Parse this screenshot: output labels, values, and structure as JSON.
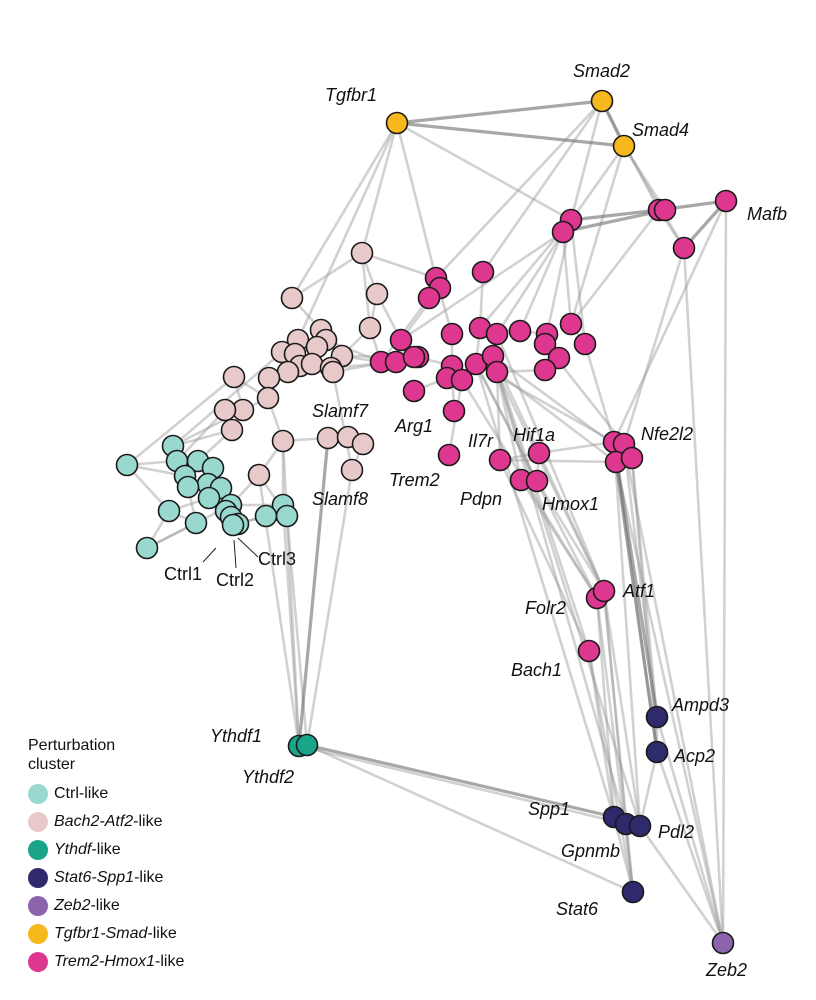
{
  "colors": {
    "ctrl": "#99d8cf",
    "bach2": "#e8c9c9",
    "ythdf": "#1aa58a",
    "stat6": "#2e2a6b",
    "zeb2": "#8b64ad",
    "tgfbr1": "#f7b81d",
    "trem2": "#de3790"
  },
  "legend": {
    "title": "Perturbation cluster",
    "items": [
      {
        "color_key": "ctrl",
        "italic": "",
        "suffix": "Ctrl-like"
      },
      {
        "color_key": "bach2",
        "italic": "Bach2-Atf2",
        "suffix": "-like"
      },
      {
        "color_key": "ythdf",
        "italic": "Ythdf",
        "suffix": "-like"
      },
      {
        "color_key": "stat6",
        "italic": "Stat6-Spp1",
        "suffix": "-like"
      },
      {
        "color_key": "zeb2",
        "italic": "Zeb2",
        "suffix": "-like"
      },
      {
        "color_key": "tgfbr1",
        "italic": "Tgfbr1-Smad",
        "suffix": "-like"
      },
      {
        "color_key": "trem2",
        "italic": "Trem2-Hmox1",
        "suffix": "-like"
      }
    ]
  },
  "labels": {
    "tgfbr1": "Tgfbr1",
    "smad2": "Smad2",
    "smad4": "Smad4",
    "mafb": "Mafb",
    "slamf7": "Slamf7",
    "slamf8": "Slamf8",
    "arg1": "Arg1",
    "trem2": "Trem2",
    "il7r": "Il7r",
    "hif1a": "Hif1a",
    "pdpn": "Pdpn",
    "hmox1": "Hmox1",
    "nfe2l2": "Nfe2l2",
    "ctrl1": "Ctrl1",
    "ctrl2": "Ctrl2",
    "ctrl3": "Ctrl3",
    "folr2": "Folr2",
    "atf1": "Atf1",
    "bach1": "Bach1",
    "ampd3": "Ampd3",
    "acp2": "Acp2",
    "ythdf1": "Ythdf1",
    "ythdf2": "Ythdf2",
    "spp1": "Spp1",
    "pdl2": "Pdl2",
    "gpnmb": "Gpnmb",
    "stat6": "Stat6",
    "zeb2": "Zeb2"
  }
}
